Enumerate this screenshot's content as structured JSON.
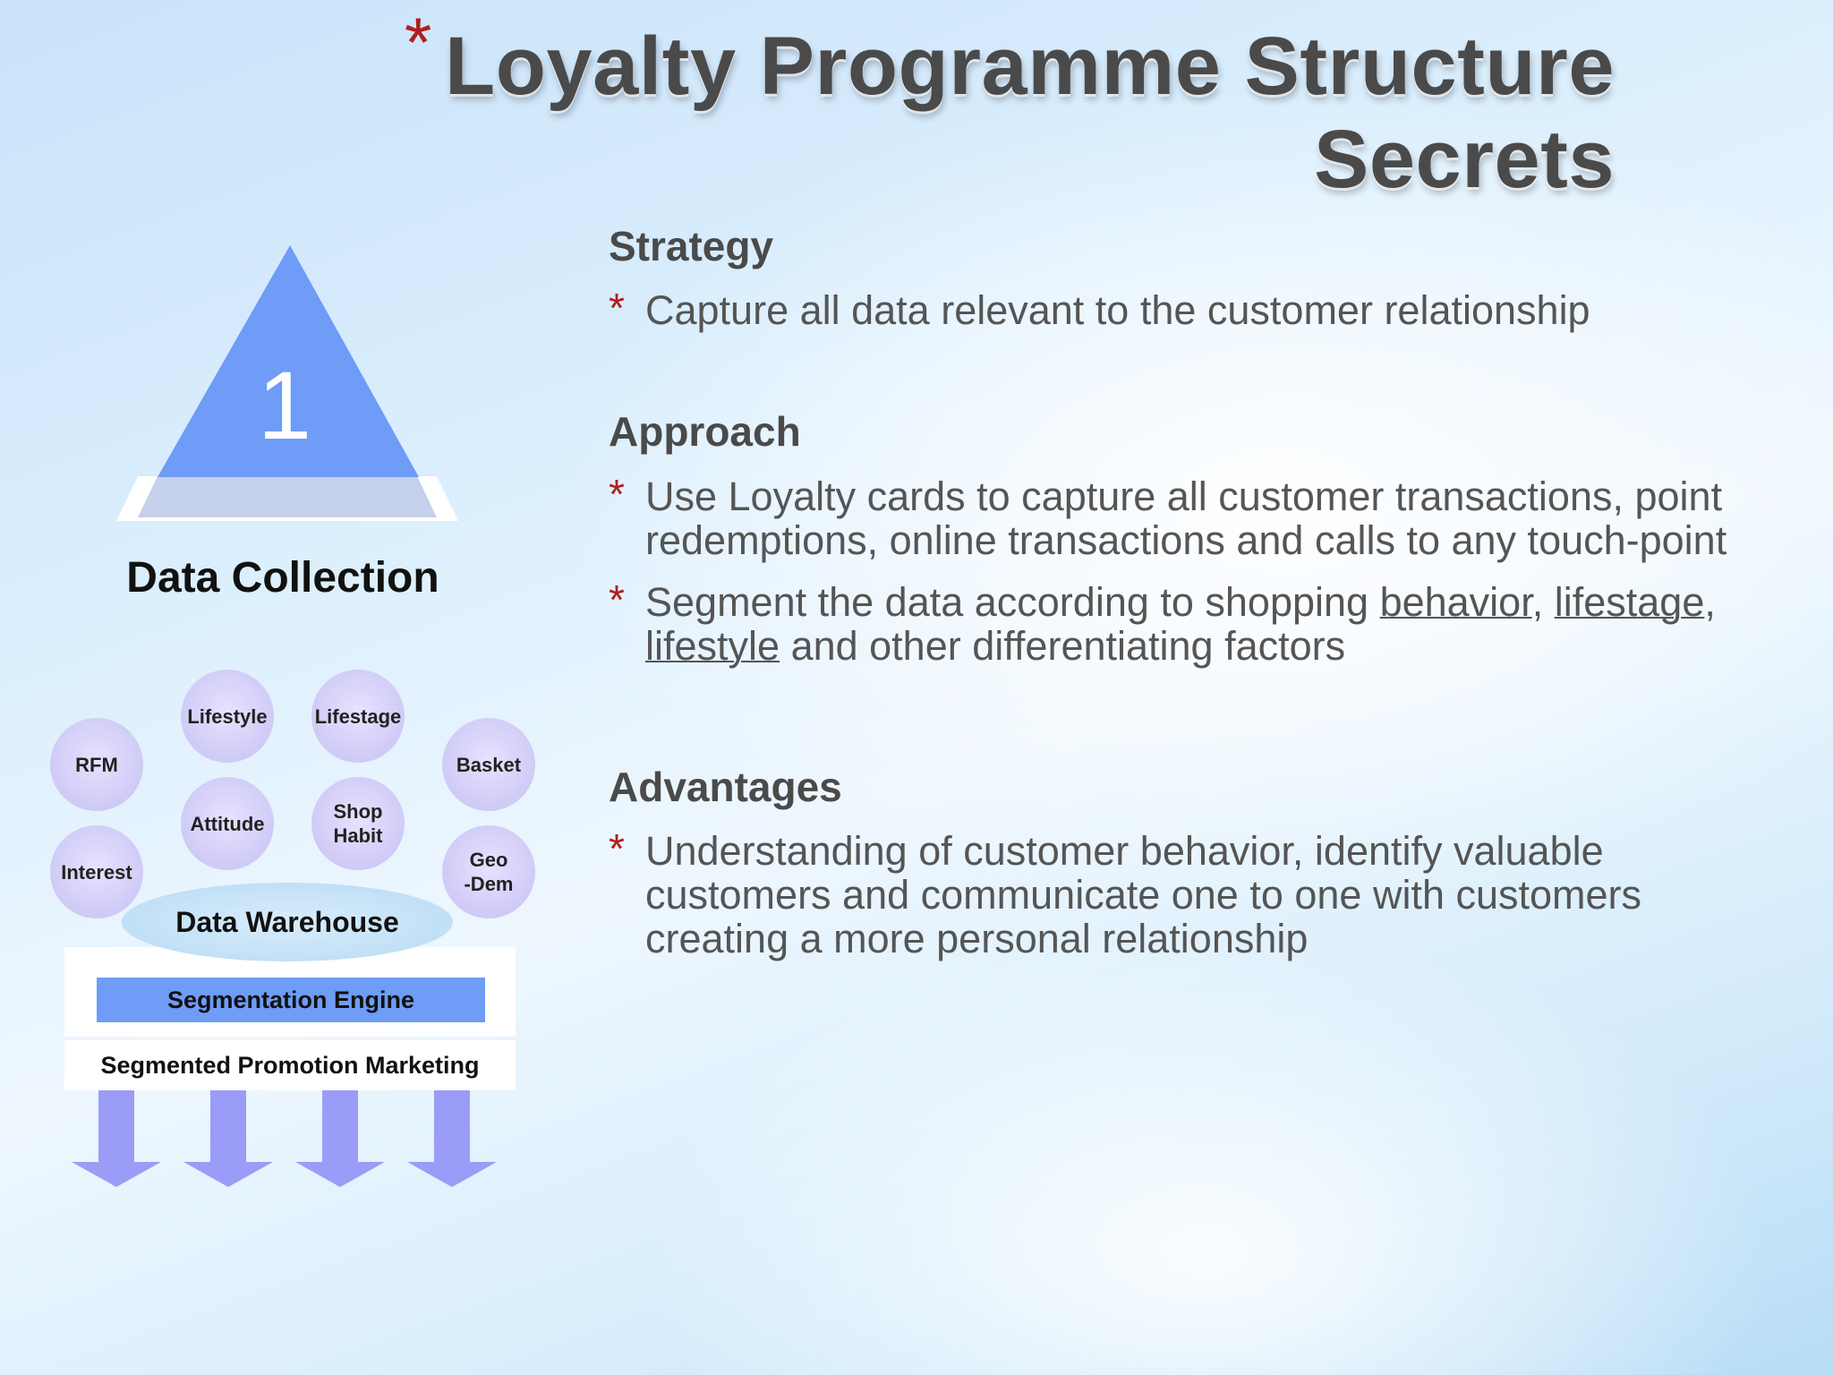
{
  "title": {
    "line1": "Loyalty Programme Structure",
    "line2": "Secrets"
  },
  "bullet_marker": "*",
  "sections": [
    {
      "heading": "Strategy",
      "bullets": [
        {
          "parts": [
            {
              "text": "Capture all data relevant to the customer relationship",
              "underline": false
            }
          ]
        }
      ]
    },
    {
      "heading": "Approach",
      "bullets": [
        {
          "parts": [
            {
              "text": "Use Loyalty cards to capture all customer transactions, point redemptions, online transactions and calls to any touch-point",
              "underline": false
            }
          ]
        },
        {
          "parts": [
            {
              "text": "Segment the data according to shopping ",
              "underline": false
            },
            {
              "text": "behavior",
              "underline": true
            },
            {
              "text": ", ",
              "underline": false
            },
            {
              "text": "lifestage",
              "underline": true
            },
            {
              "text": ", ",
              "underline": false
            },
            {
              "text": "lifestyle",
              "underline": true
            },
            {
              "text": " and other differentiating factors",
              "underline": false
            }
          ]
        }
      ]
    },
    {
      "heading": "Advantages",
      "bullets": [
        {
          "parts": [
            {
              "text": "Understanding of customer behavior, identify valuable customers and communicate one to one with customers creating a more personal relationship",
              "underline": false
            }
          ]
        }
      ]
    }
  ],
  "diagram": {
    "pyramid_number": "1",
    "pyramid_label": "Data Collection",
    "bubbles": [
      {
        "key": "rfm",
        "label": "RFM"
      },
      {
        "key": "interest",
        "label": "Interest"
      },
      {
        "key": "lifestyle",
        "label": "Lifestyle"
      },
      {
        "key": "attitude",
        "label": "Attitude"
      },
      {
        "key": "lifestage",
        "label": "Lifestage"
      },
      {
        "key": "shop-habit",
        "label": "Shop\nHabit"
      },
      {
        "key": "basket",
        "label": "Basket"
      },
      {
        "key": "geo-dem",
        "label": "Geo\n-Dem"
      }
    ],
    "data_warehouse": "Data Warehouse",
    "segmentation_engine": "Segmentation Engine",
    "segmented_promotion": "Segmented Promotion Marketing",
    "arrow_count": 4
  },
  "colors": {
    "title": "#4a4a4a",
    "bullet_star": "#b01e1e",
    "pyramid_top": "#6e9cf7",
    "pyramid_mid": "#c5d0ea",
    "bubble": "#cfcaf6",
    "data_warehouse": "#b7dbf4",
    "segmentation_engine": "#6e9cf7",
    "arrow": "#9b9cf7"
  }
}
